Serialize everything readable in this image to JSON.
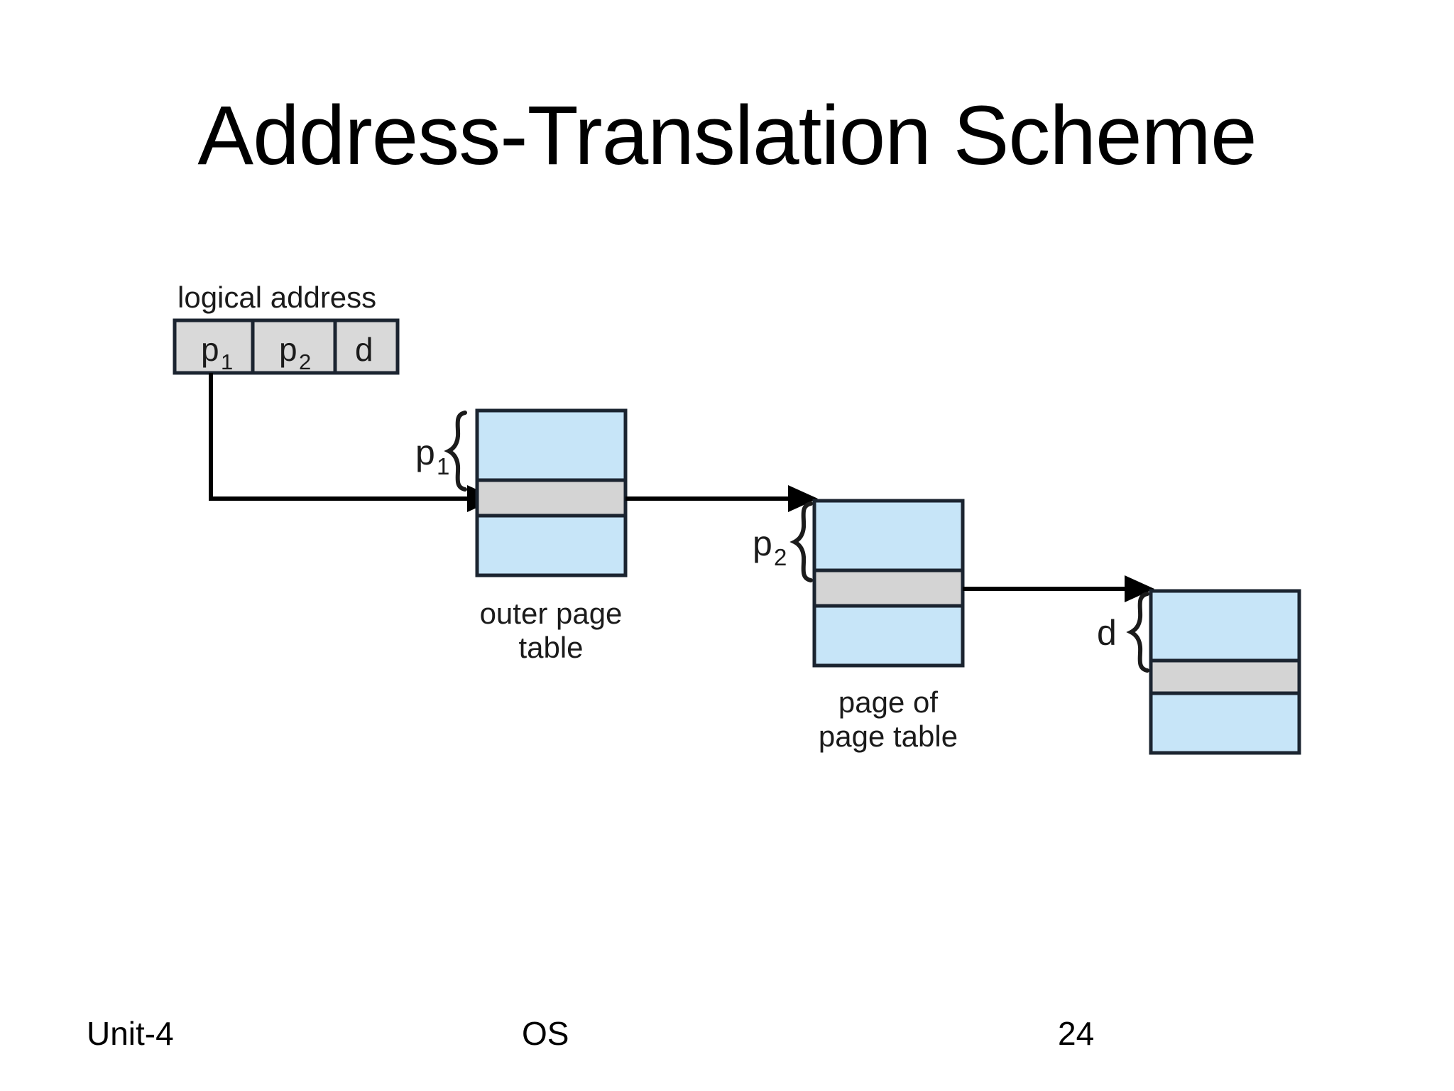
{
  "slide": {
    "title": "Address-Translation Scheme"
  },
  "diagram": {
    "logical_address_label": "logical address",
    "address_fields": [
      {
        "name": "p1",
        "label": "p",
        "sub": "1"
      },
      {
        "name": "p2",
        "label": "p",
        "sub": "2"
      },
      {
        "name": "d",
        "label": "d",
        "sub": ""
      }
    ],
    "brace_labels": [
      {
        "name": "p1",
        "label": "p",
        "sub": "1"
      },
      {
        "name": "p2",
        "label": "p",
        "sub": "2"
      },
      {
        "name": "d",
        "label": "d",
        "sub": ""
      }
    ],
    "tables": [
      {
        "name": "outer-page-table",
        "caption_line1": "outer page",
        "caption_line2": "table"
      },
      {
        "name": "page-of-page-table",
        "caption_line1": "page of",
        "caption_line2": "page table"
      },
      {
        "name": "memory-frame",
        "caption_line1": "",
        "caption_line2": ""
      }
    ],
    "colors": {
      "page_blue": "#c7e5f8",
      "entry_gray": "#d4d4d4",
      "field_gray": "#d9d9d9",
      "outline": "#1b2430",
      "arrow": "#000000"
    }
  },
  "footer": {
    "unit": "Unit-4",
    "subject": "OS",
    "page_number": "24"
  }
}
